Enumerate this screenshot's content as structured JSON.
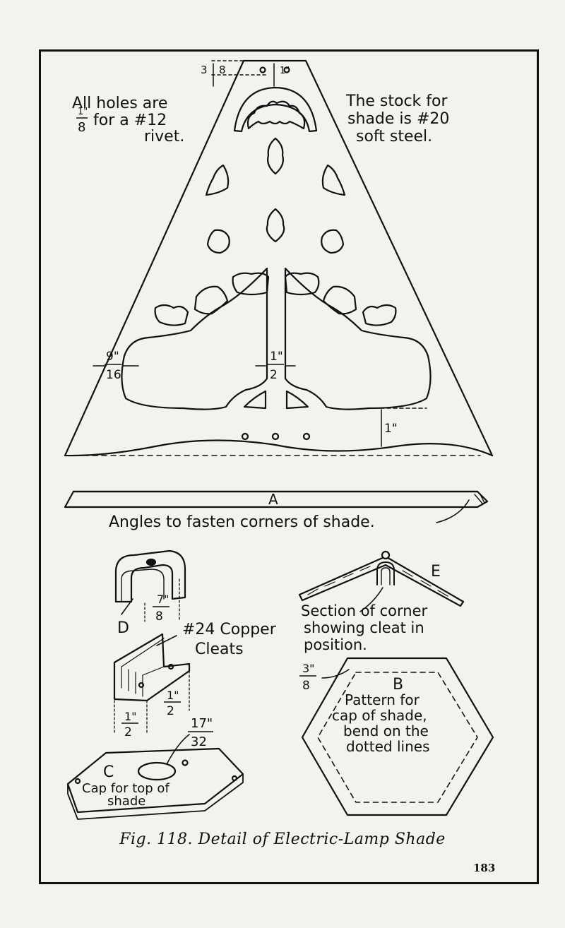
{
  "labels": {
    "holes_line1": "All holes are",
    "holes_frac_num": "1\"",
    "holes_frac_den": "8",
    "holes_line2": "for a #12",
    "holes_line3": "rivet.",
    "stock_line1": "The stock for",
    "stock_line2": "shade is #20",
    "stock_line3": "soft steel.",
    "top_dim_num": "3",
    "top_dim_den": "8",
    "top_dim2_num": "1\"",
    "top_dim2_den": "",
    "side_dim_num": "9\"",
    "side_dim_den": "16",
    "center_dim_num": "1\"",
    "center_dim_den": "2",
    "bottom_dim": "1\"",
    "angle_letter": "A",
    "angle_caption": "Angles to fasten corners of shade.",
    "d_letter": "D",
    "d_dim_num": "7\"",
    "d_dim_den": "8",
    "cleats_line1": "#24 Copper",
    "cleats_line2": "Cleats",
    "cleat_dim1_num": "1\"",
    "cleat_dim1_den": "2",
    "cleat_dim2_num": "1\"",
    "cleat_dim2_den": "2",
    "cap_dim_num": "17\"",
    "cap_dim_den": "32",
    "c_letter": "C",
    "cap_line1": "Cap for top of",
    "cap_line2": "shade",
    "e_letter": "E",
    "section_line1": "Section of corner",
    "section_line2": "showing cleat in",
    "section_line3": "position.",
    "b_dim_num": "3\"",
    "b_dim_den": "8",
    "b_letter": "B",
    "pattern_line1": "Pattern for",
    "pattern_line2": "cap of shade,",
    "pattern_line3": "bend on the",
    "pattern_line4": "dotted lines"
  },
  "caption": "Fig. 118. Detail of Electric-Lamp Shade",
  "page_number": "183"
}
